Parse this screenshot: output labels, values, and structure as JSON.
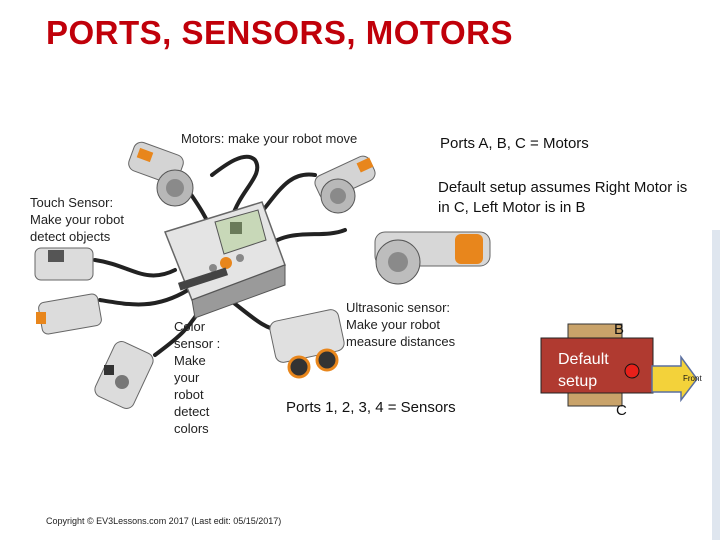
{
  "slide": {
    "title": "PORTS, SENSORS, MOTORS",
    "motors_label": "Motors: make your robot move",
    "ports_motors": "Ports A, B, C = Motors",
    "default_setup_text": "Default setup assumes Right Motor is in C, Left Motor is in B",
    "touch_sensor_label": "Touch Sensor: Make your robot detect objects",
    "color_sensor_label": "Color sensor : Make your robot detect colors",
    "ultrasonic_label": "Ultrasonic sensor: Make your robot measure distances",
    "ports_sensors": "Ports 1, 2, 3, 4 = Sensors",
    "copyright": "Copyright © EV3Lessons.com 2017 (Last edit: 05/15/2017)"
  },
  "setup_diagram": {
    "port_b": "B",
    "port_c": "C",
    "box_label": "Default setup",
    "front_arrow_label": "Front",
    "colors": {
      "box_fill": "#b03a30",
      "wheel": "#c9a36a",
      "arrow_fill": "#f3d23a",
      "sensor_dot": "#e8201a"
    }
  },
  "colors": {
    "title": "#c0000a",
    "accent_orange": "#e8861c",
    "stripe": "#dfe6ef"
  }
}
